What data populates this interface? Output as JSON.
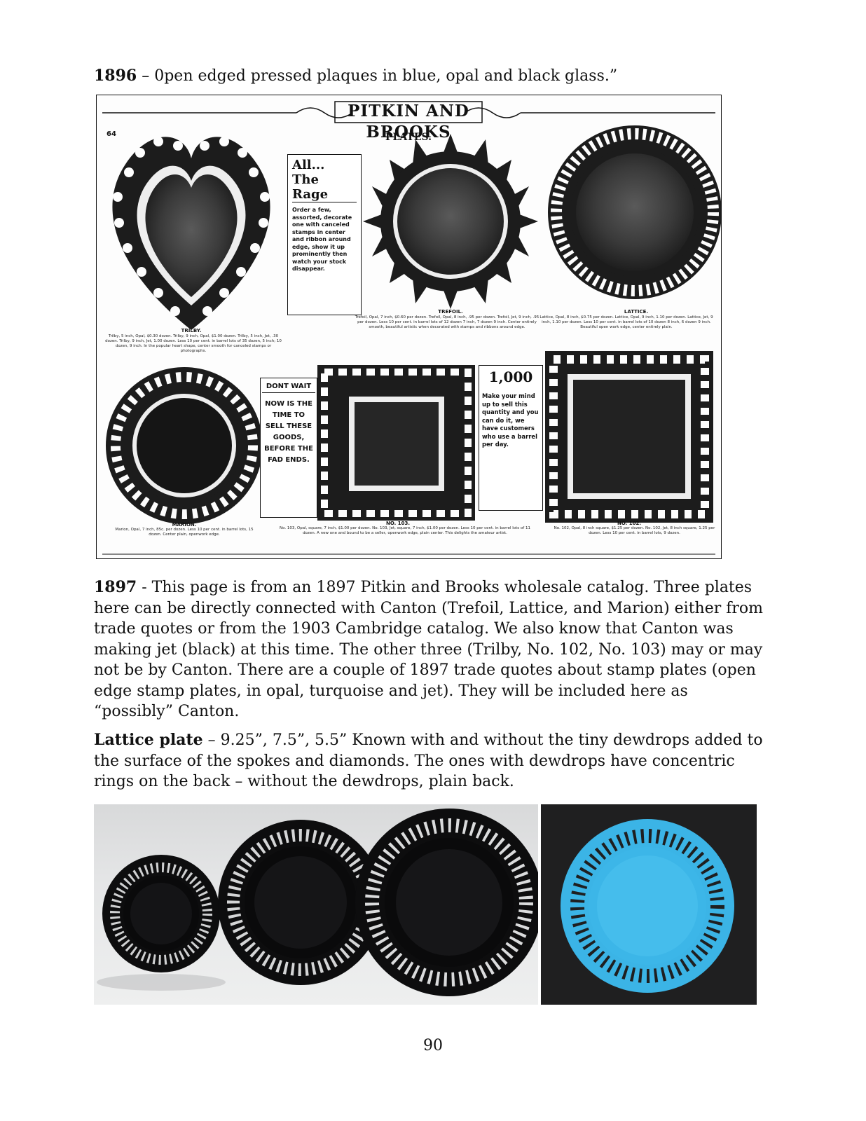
{
  "p1896": {
    "year": "1896",
    "text": " – 0pen edged pressed plaques in blue, opal and black glass.”"
  },
  "catalog": {
    "brand": "PITKIN AND BROOKS",
    "page_num": "64",
    "heading": "PLATES.",
    "box_rage": {
      "line1": "All...",
      "line2": "The Rage",
      "body": "Order a few, assorted, decorate one with canceled stamps in center and ribbon around edge, show it up prominently then watch your stock disappear."
    },
    "box_wait": {
      "title": "DONT WAIT",
      "body": "NOW IS THE TIME TO SELL THESE GOODS, BEFORE THE FAD ENDS."
    },
    "box_thousand": {
      "title": "1,000",
      "body": "Make your mind up to sell this quantity and you can do it, we have customers who use a barrel per day."
    },
    "plate_labels": {
      "trilby": "TRILBY.",
      "trefoil": "TREFOIL.",
      "lattice": "LATTICE.",
      "marion": "MARION.",
      "no103": "NO. 103.",
      "no102": "NO. 102."
    },
    "captions": {
      "trilby": "Trilby, 5 inch, Opal, $0.30 dozen. Trilby, 9 inch, Opal, $1.00 dozen. Trilby, 5 inch, Jet, .30 dozen. Trilby, 9 inch, Jet, 1.00 dozen. Less 10 per cent. in barrel lots of 35 dozen, 5 inch; 10 dozen, 9 inch. In the popular heart shape, center smooth for canceled stamps or photographs.",
      "trefoil": "Trefoil, Opal, 7 inch, $0.60 per dozen. Trefoil, Opal, 8 inch, .95 per dozen. Trefoil, Jet, 9 inch, .95 per dozen. Less 10 per cent. in barrel lots of 12 dozen 7 inch, 7 dozen 9 inch. Center entirely smooth, beautiful artistic when decorated with stamps and ribbons around edge.",
      "lattice": "Lattice, Opal, 8 inch, $0.75 per dozen. Lattice, Opal, 9 inch, 1.10 per dozen. Lattice, Jet, 9 inch, 1.10 per dozen. Less 10 per cent. in barrel lots of 10 dozen 8 inch, 6 dozen 9 inch. Beautiful open work edge, center entirely plain.",
      "marion": "Marion, Opal, 7 inch, 85c. per dozen. Less 10 per cent. in barrel lots, 15 dozen. Center plain, openwork edge.",
      "no103": "No. 103, Opal, square, 7 inch, $1.00 per dozen. No. 103, Jet, square, 7 inch, $1.00 per dozen. Less 10 per cent. in barrel lots of 11 dozen. A new one and bound to be a seller, openwork edge, plain center. This delights the amateur artist.",
      "no102": "No. 102, Opal, 8 inch square, $1.25 per dozen. No. 102, Jet, 8 inch square, 1.25 per dozen. Less 10 per cent. in barrel lots, 9 dozen."
    }
  },
  "p1897": {
    "year": "1897",
    "text": " - This page is from an 1897 Pitkin and Brooks wholesale catalog. Three plates here can be directly connected with Canton (Trefoil, Lattice, and Marion) either from trade quotes or from the 1903 Cambridge catalog. We also know that Canton was making jet (black) at this time. The other three (Trilby, No. 102, No. 103) may or may not be by Canton. There are a couple of 1897 trade quotes about stamp plates (open edge stamp plates, in opal, turquoise and jet). They will be included here as “possibly” Canton."
  },
  "plattice": {
    "title": "Lattice plate",
    "text": " – 9.25”, 7.5”, 5.5” Known with and without the tiny dewdrops added to the surface of the spokes and diamonds. The ones with dewdrops have concentric rings on the back – without the dewdrops, plain back."
  },
  "page_number": "90",
  "colors": {
    "jet": "#0d0d0e",
    "turquoise": "#3bb4e6",
    "photo_bg_dark": "#1f1f20"
  }
}
